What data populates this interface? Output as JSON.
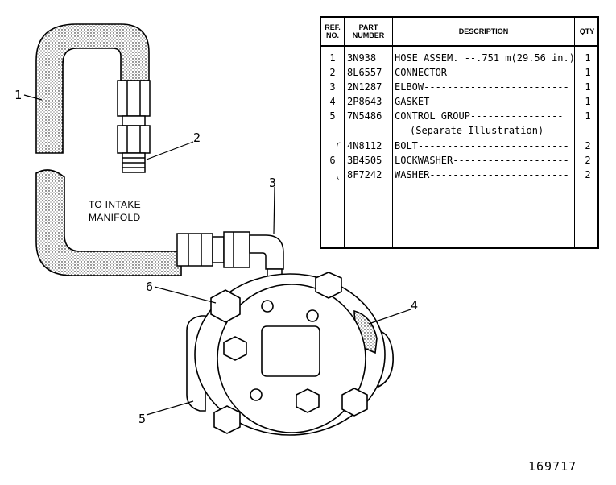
{
  "table": {
    "headers": {
      "ref": "REF.\nNO.",
      "part": "PART\nNUMBER",
      "desc": "DESCRIPTION",
      "qty": "QTY"
    },
    "rows": [
      {
        "ref": "1",
        "part": "3N938",
        "desc": "HOSE ASSEM. --.751 m(29.56 in.)",
        "qty": "1"
      },
      {
        "ref": "2",
        "part": "8L6557",
        "desc": "CONNECTOR-------------------",
        "qty": "1"
      },
      {
        "ref": "3",
        "part": "2N1287",
        "desc": "ELBOW-------------------------",
        "qty": "1"
      },
      {
        "ref": "4",
        "part": "2P8643",
        "desc": "GASKET------------------------",
        "qty": "1"
      },
      {
        "ref": "5",
        "part": "7N5486",
        "desc": "CONTROL GROUP----------------",
        "qty": "1"
      },
      {
        "ref": "",
        "part": "",
        "desc": "(Separate Illustration)",
        "qty": ""
      },
      {
        "ref": "",
        "part": "4N8112",
        "desc": "BOLT--------------------------",
        "qty": "2"
      },
      {
        "ref": "6",
        "part": "3B4505",
        "desc": "LOCKWASHER--------------------",
        "qty": "2"
      },
      {
        "ref": "",
        "part": "8F7242",
        "desc": "WASHER------------------------",
        "qty": "2"
      }
    ]
  },
  "callouts": {
    "c1": "1",
    "c2": "2",
    "c3": "3",
    "c4": "4",
    "c5": "5",
    "c6": "6"
  },
  "note_line1": "TO INTAKE",
  "note_line2": "MANIFOLD",
  "figure_number": "169717"
}
